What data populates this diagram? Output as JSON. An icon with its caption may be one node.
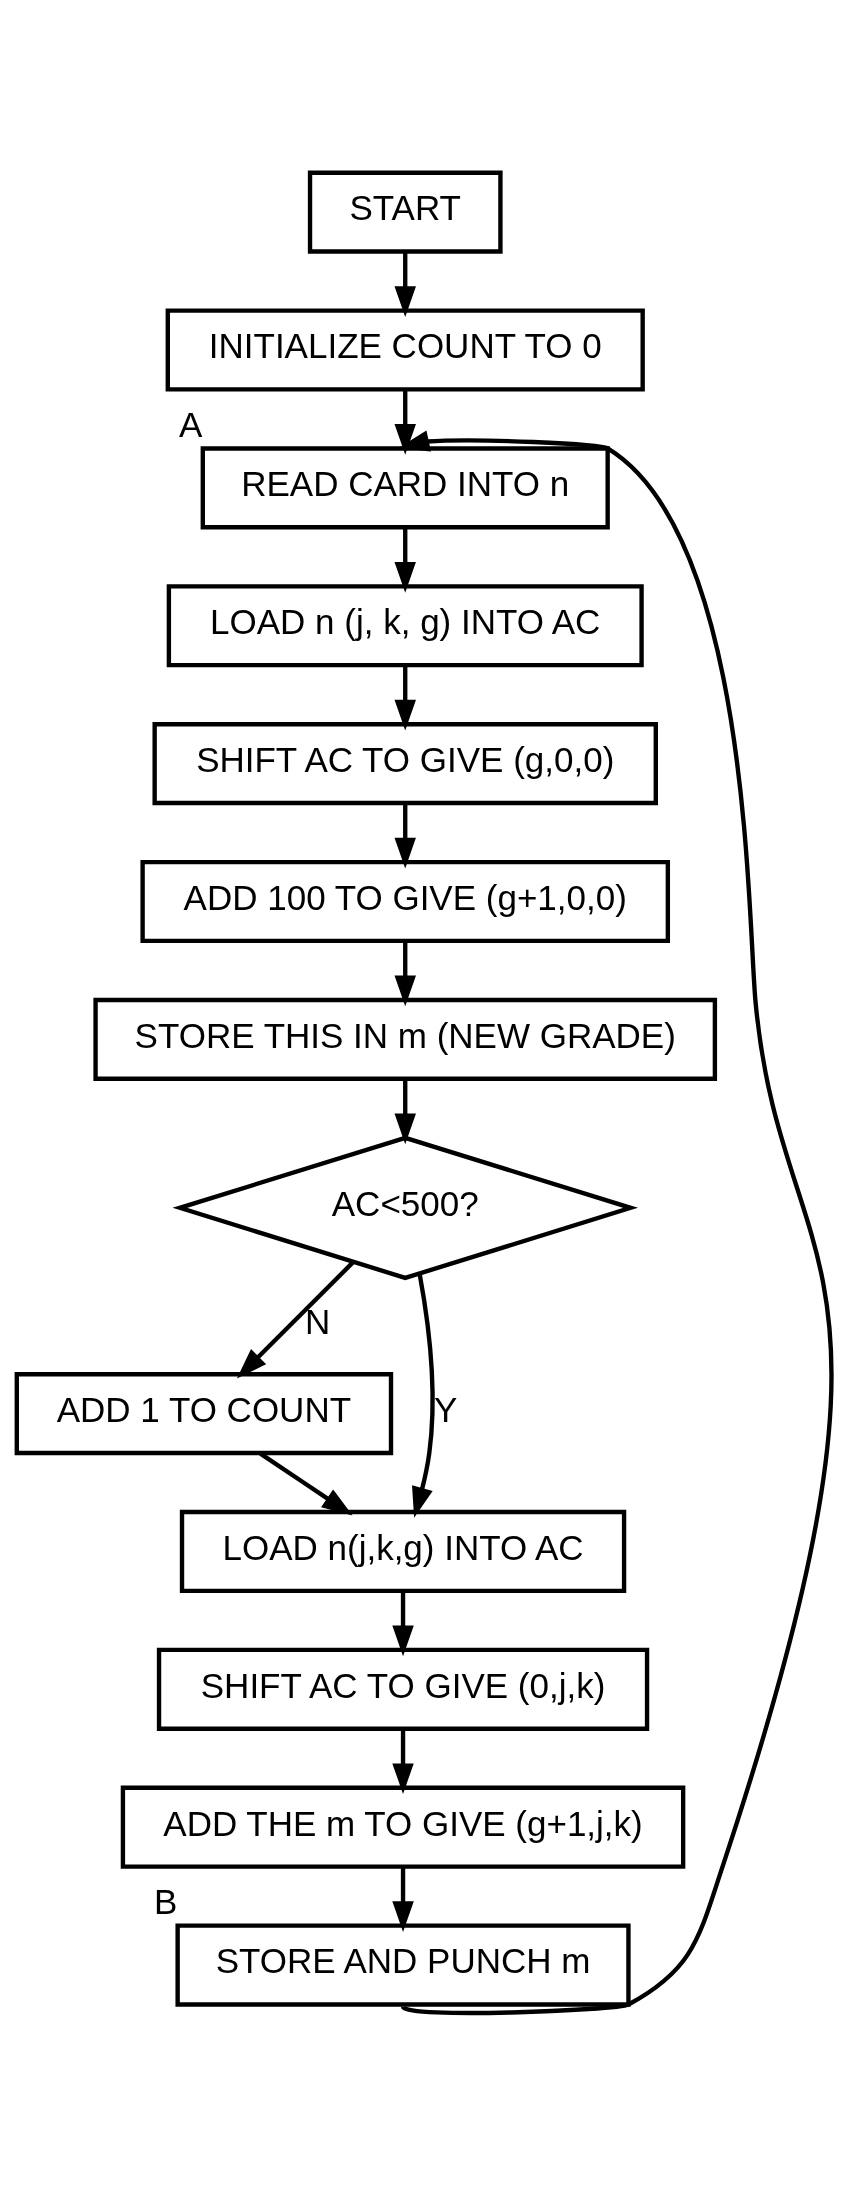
{
  "diagram": {
    "nodes": [
      {
        "text": [
          "START"
        ]
      },
      {
        "text": [
          "INITIALIZE COUNT TO 0"
        ]
      },
      {
        "text": [
          "READ CARD INTO n"
        ],
        "beside": [
          "A"
        ]
      },
      {
        "text": [
          "LOAD n (j, k, g) INTO AC"
        ]
      },
      {
        "text": [
          "SHIFT AC TO GIVE (g,0,0)"
        ]
      },
      {
        "text": [
          "ADD 100 TO GIVE (g+1,0,0)"
        ]
      },
      {
        "text": [
          "STORE THIS IN m (NEW GRADE)"
        ]
      },
      {
        "text": [
          "AC<500?"
        ]
      },
      {
        "text": [
          "ADD 1 TO COUNT"
        ]
      },
      {
        "text": [
          "LOAD n(j,k,g) INTO AC"
        ]
      },
      {
        "text": [
          "SHIFT AC TO GIVE (0,j,k)"
        ]
      },
      {
        "text": [
          "ADD THE m TO GIVE (g+1,j,k)"
        ]
      },
      {
        "text": [
          "STORE AND PUNCH m"
        ],
        "beside": [
          "B"
        ]
      }
    ],
    "edges": [
      {
        "from": 0,
        "to": 1,
        "arrow": "to"
      },
      {
        "from": 1,
        "to": 2,
        "arrow": "to"
      },
      {
        "from": 2,
        "to": 3,
        "arrow": "to"
      },
      {
        "from": 3,
        "to": 4,
        "arrow": "to"
      },
      {
        "from": 4,
        "to": 5,
        "arrow": "to"
      },
      {
        "from": 5,
        "to": 6,
        "arrow": "to"
      },
      {
        "from": 6,
        "to": 7,
        "arrow": "to"
      },
      {
        "from": 7,
        "to": 8,
        "label": "N",
        "arrow": "to"
      },
      {
        "from": 7,
        "to": 9,
        "label": "Y",
        "arrow": "to"
      },
      {
        "from": 8,
        "to": 9,
        "arrow": "to"
      },
      {
        "from": 9,
        "to": 10,
        "arrow": "to"
      },
      {
        "from": 10,
        "to": 11,
        "arrow": "to"
      },
      {
        "from": 11,
        "to": 12,
        "arrow": "to"
      },
      {
        "from": 12,
        "to": 2,
        "arrow": "to"
      }
    ]
  }
}
